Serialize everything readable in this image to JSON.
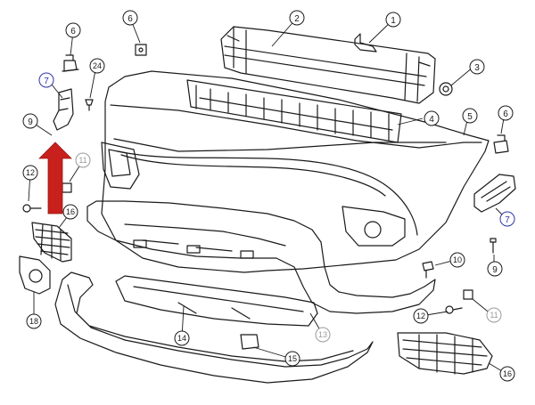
{
  "callouts": {
    "c1": "1",
    "c2": "2",
    "c3": "3",
    "c4": "4",
    "c5": "5",
    "c6a": "6",
    "c6b": "6",
    "c6c": "6",
    "c7a": "7",
    "c7b": "7",
    "c9a": "9",
    "c9b": "9",
    "c10": "10",
    "c11a": "11",
    "c11b": "11",
    "c12a": "12",
    "c12b": "12",
    "c13": "13",
    "c14": "14",
    "c15": "15",
    "c16a": "16",
    "c16b": "16",
    "c18": "18",
    "c24": "24"
  },
  "colors": {
    "line": "#1a1a1a",
    "callout_default": "#1a1a1a",
    "callout_blue": "#2b35a8",
    "callout_gray": "#9a9a9a",
    "arrow": "#c8201c"
  }
}
